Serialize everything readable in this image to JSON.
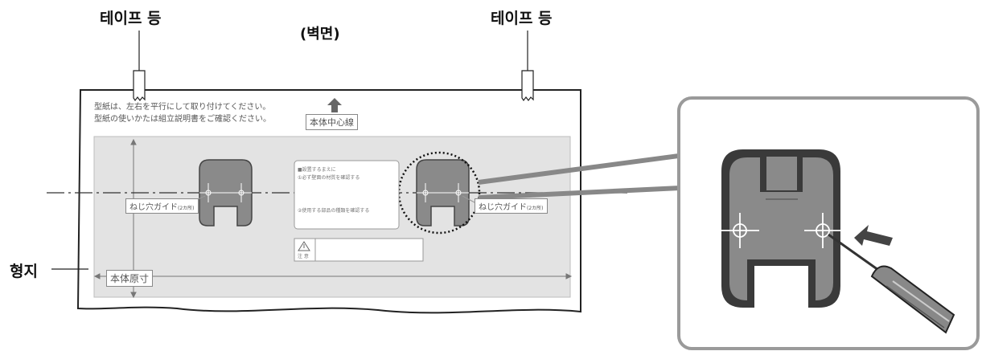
{
  "labels": {
    "tape_left": "테이프 등",
    "tape_right": "테이프 등",
    "wall": "(벽면)",
    "pattern_paper": "형지"
  },
  "template": {
    "instruction_line1": "型紙は、左右を平行にして取り付けてください。",
    "instruction_line2": "型紙の使いかたは組立説明書をご確認ください。",
    "center_line_label": "本体中心線",
    "screw_guide_left": "ねじ穴ガイド",
    "screw_guide_left_sub": "(2カ所)",
    "screw_guide_right": "ねじ穴ガイド",
    "screw_guide_right_sub": "(2カ所)",
    "actual_size_label": "本体原寸",
    "note_title": "■設置するまえに",
    "note_line1": "①必ず壁面の材質を確認する",
    "note_line2": "②使用する部品の種類を確認する",
    "caution_label": "注 意"
  },
  "colors": {
    "paper": "#ffffff",
    "gray_area": "#e3e3e3",
    "bracket": "#8a8a8a",
    "bracket_dark": "#3a3a3a",
    "zoom_border": "#9a9a9a"
  },
  "icons": {
    "up_arrow": "up-arrow-icon",
    "caution": "warning-triangle-icon",
    "screwdriver": "screwdriver-icon",
    "push_arrow": "push-arrow-icon"
  }
}
